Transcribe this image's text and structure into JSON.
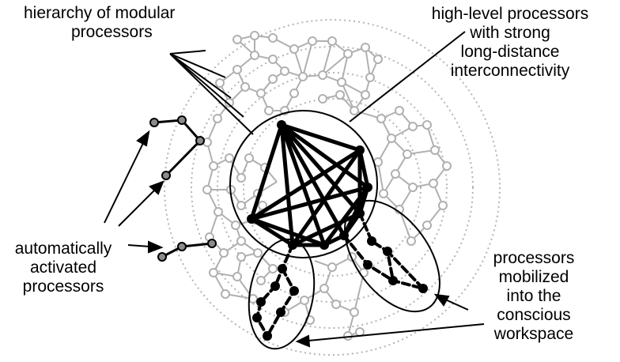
{
  "labels": {
    "hierarchy": [
      "hierarchy of modular",
      "processors"
    ],
    "high_level": [
      "high-level processors",
      "with strong",
      "long-distance",
      "interconnectivity"
    ],
    "automatic": [
      "automatically",
      "activated",
      "processors"
    ],
    "mobilized": [
      "processors",
      "mobilized",
      "into the",
      "conscious",
      "workspace"
    ]
  },
  "colors": {
    "ring": "#b4b4b4",
    "network_gray": "#b0b0b0",
    "active_node": "#000000",
    "auto_node": "#8c8c8c",
    "ink": "#000000"
  }
}
